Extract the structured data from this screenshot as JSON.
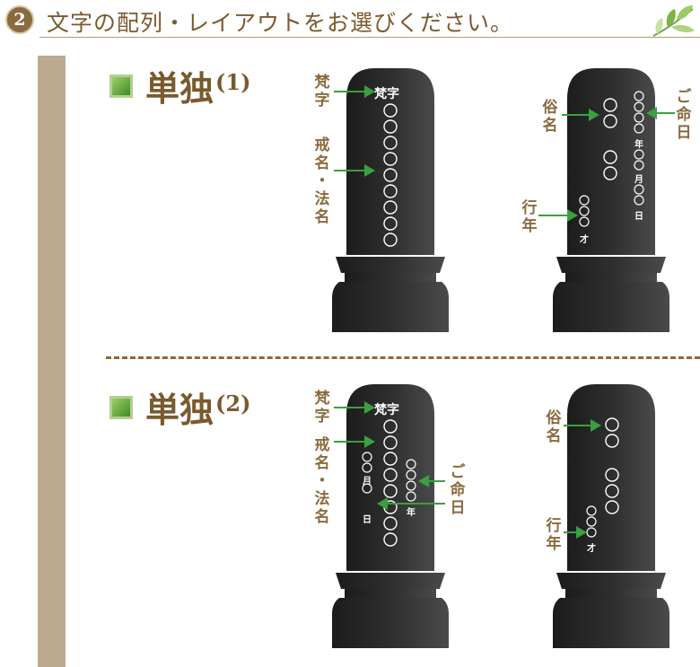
{
  "header": {
    "step_number": "2",
    "title": "文字の配列・レイアウトをお選びください。"
  },
  "sections": [
    {
      "title": "単独",
      "subtitle": "(1)"
    },
    {
      "title": "単独",
      "subtitle": "(2)"
    }
  ],
  "labels": {
    "bonji": "梵字",
    "kaimyo": "戒名・法名",
    "zokumyo": "俗名",
    "meinichi": "ご命日",
    "gyonen": "行年"
  },
  "stone_text": {
    "bonji": "梵字",
    "year": "年",
    "month": "月",
    "day": "日",
    "age_suffix": "才"
  },
  "colors": {
    "accent": "#7a5a2e",
    "arrow": "#3aa040",
    "stone": "#2a2a2a",
    "sidebar": "#bda98f"
  }
}
